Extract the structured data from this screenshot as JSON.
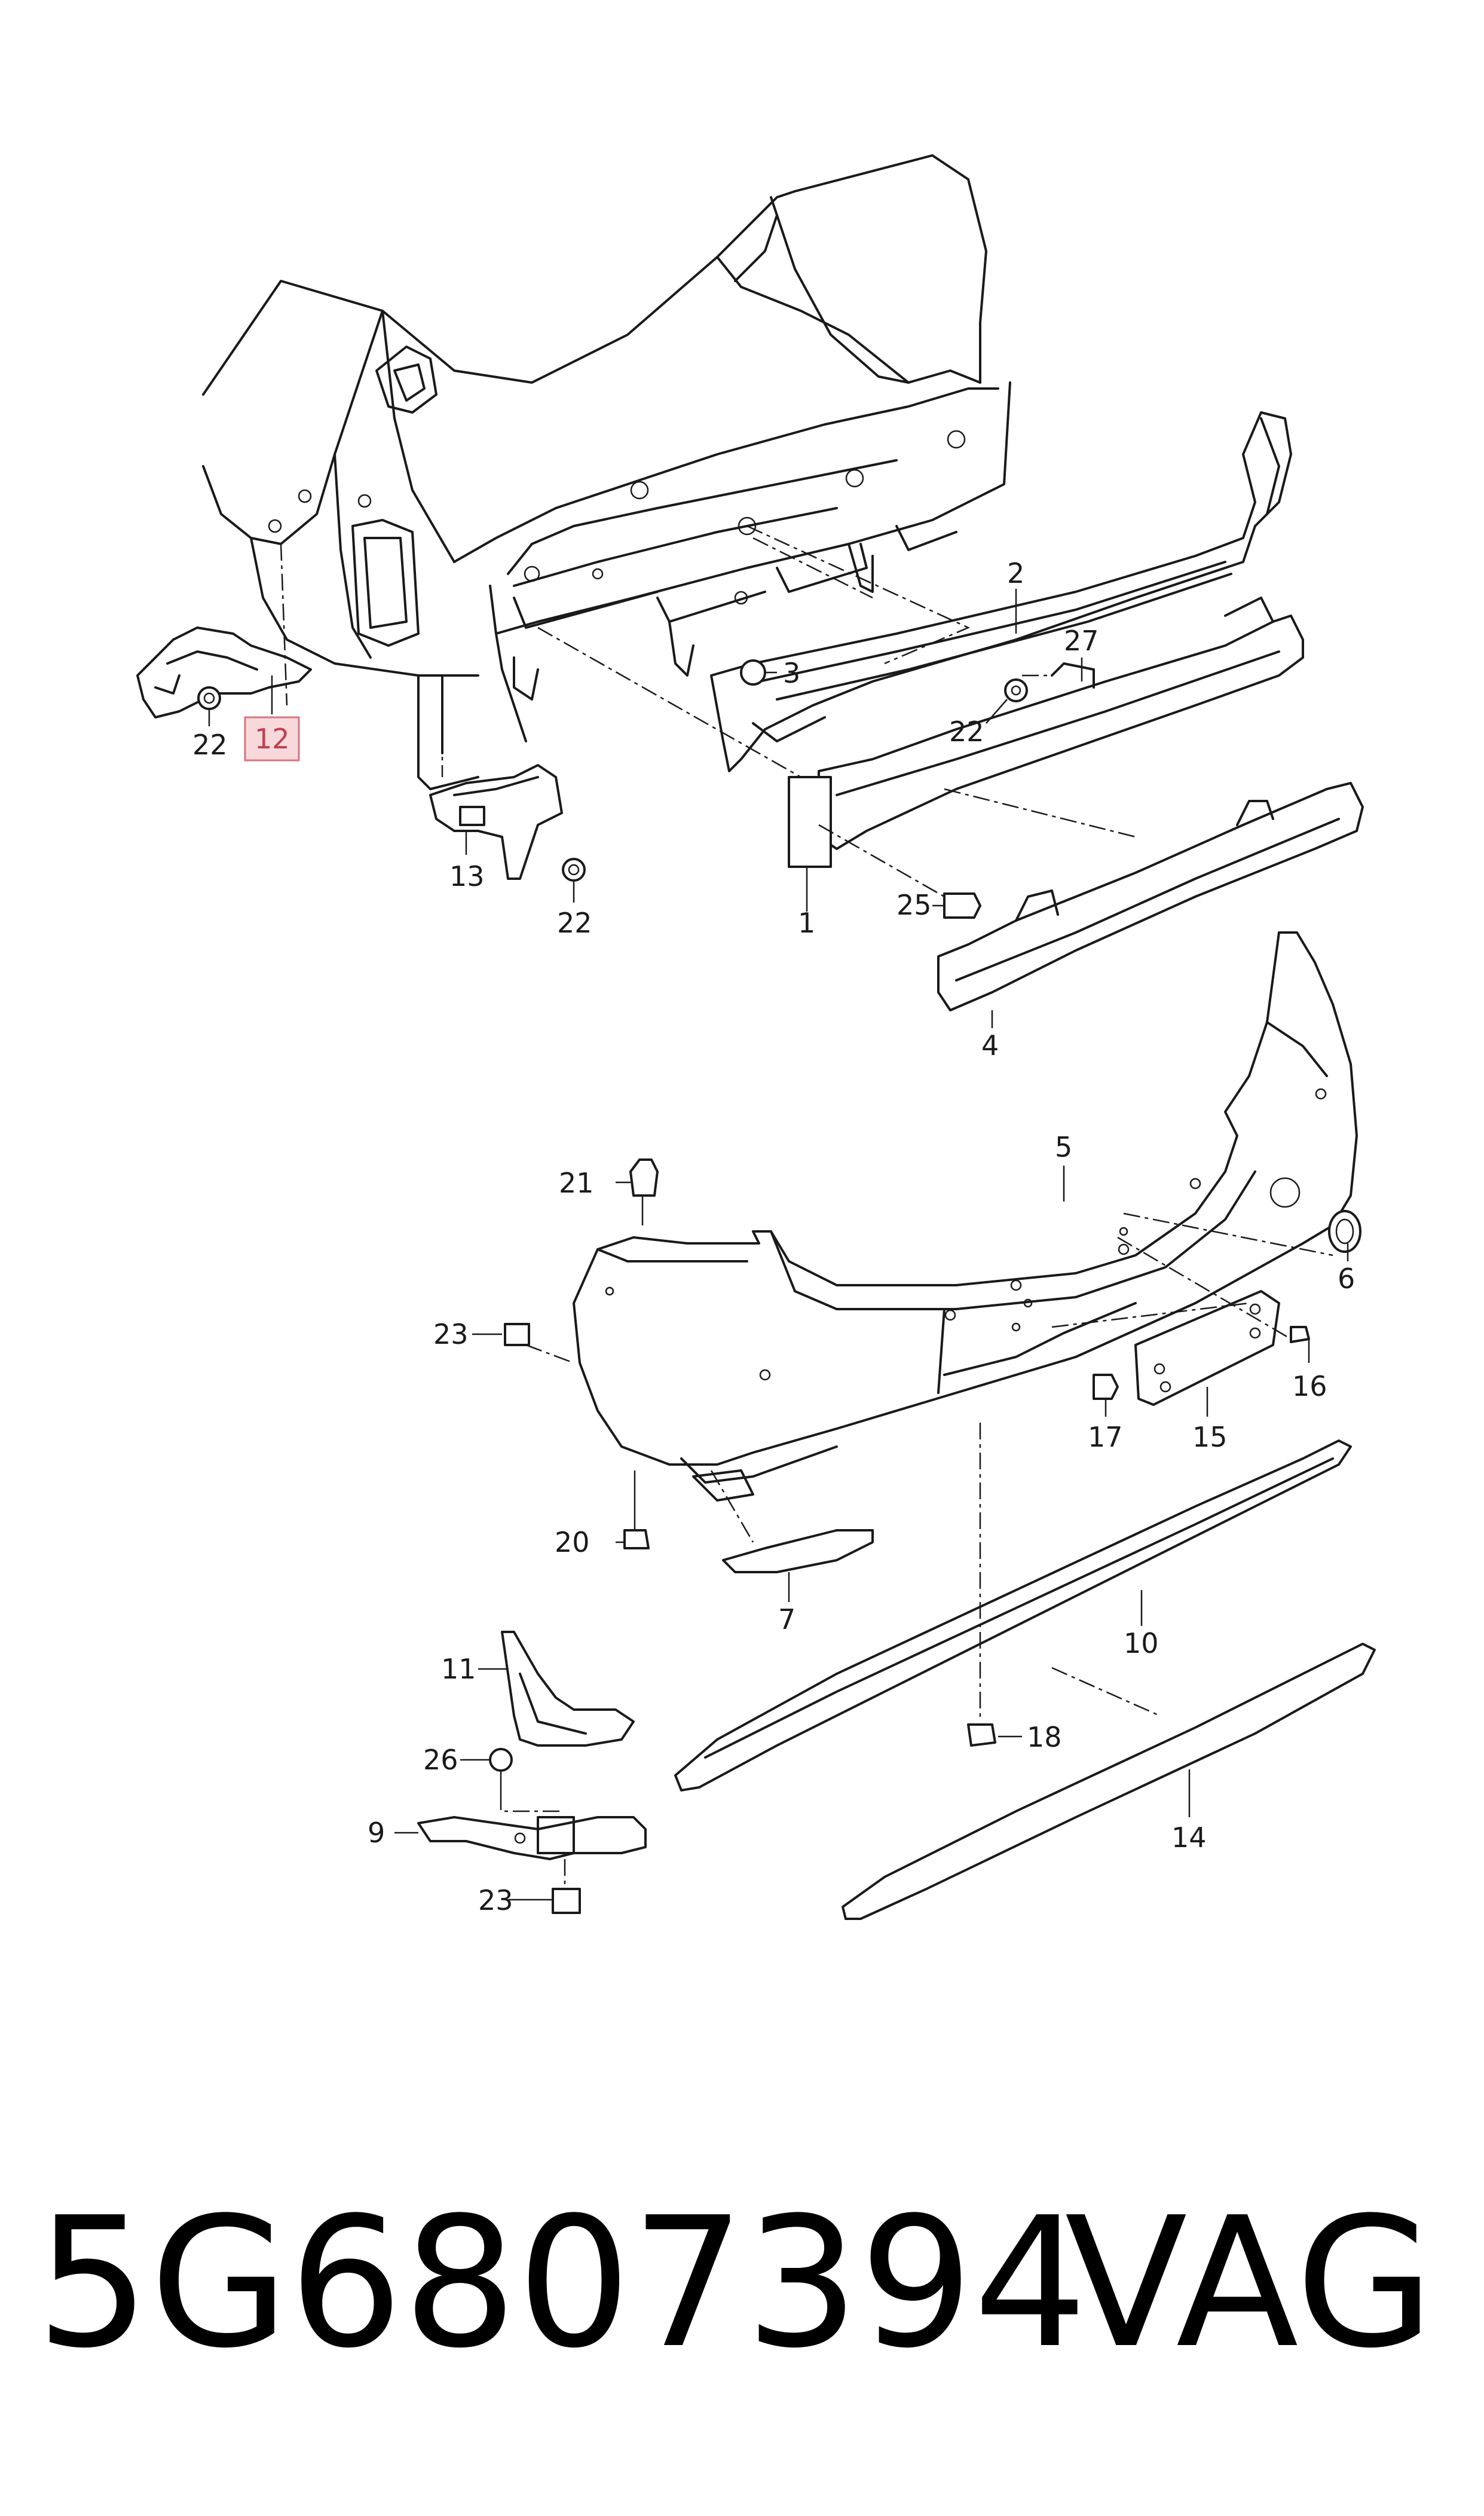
{
  "diagram": {
    "callouts": [
      {
        "id": "c1",
        "label": "1"
      },
      {
        "id": "c2",
        "label": "2"
      },
      {
        "id": "c3",
        "label": "3"
      },
      {
        "id": "c4",
        "label": "4"
      },
      {
        "id": "c5",
        "label": "5"
      },
      {
        "id": "c6",
        "label": "6"
      },
      {
        "id": "c7",
        "label": "7"
      },
      {
        "id": "c9",
        "label": "9"
      },
      {
        "id": "c10",
        "label": "10"
      },
      {
        "id": "c11",
        "label": "11"
      },
      {
        "id": "c12",
        "label": "12",
        "highlighted": true
      },
      {
        "id": "c13",
        "label": "13"
      },
      {
        "id": "c14",
        "label": "14"
      },
      {
        "id": "c15",
        "label": "15"
      },
      {
        "id": "c16",
        "label": "16"
      },
      {
        "id": "c17",
        "label": "17"
      },
      {
        "id": "c18",
        "label": "18"
      },
      {
        "id": "c20",
        "label": "20"
      },
      {
        "id": "c21",
        "label": "21"
      },
      {
        "id": "c22a",
        "label": "22"
      },
      {
        "id": "c22b",
        "label": "22"
      },
      {
        "id": "c22c",
        "label": "22"
      },
      {
        "id": "c23a",
        "label": "23"
      },
      {
        "id": "c23b",
        "label": "23"
      },
      {
        "id": "c25",
        "label": "25"
      },
      {
        "id": "c26",
        "label": "26"
      },
      {
        "id": "c27",
        "label": "27"
      }
    ],
    "highlight_color": "#f7d9dc",
    "highlight_text_color": "#c2404e"
  },
  "caption": {
    "part_number": "5G6807394",
    "brand": "VAG"
  }
}
